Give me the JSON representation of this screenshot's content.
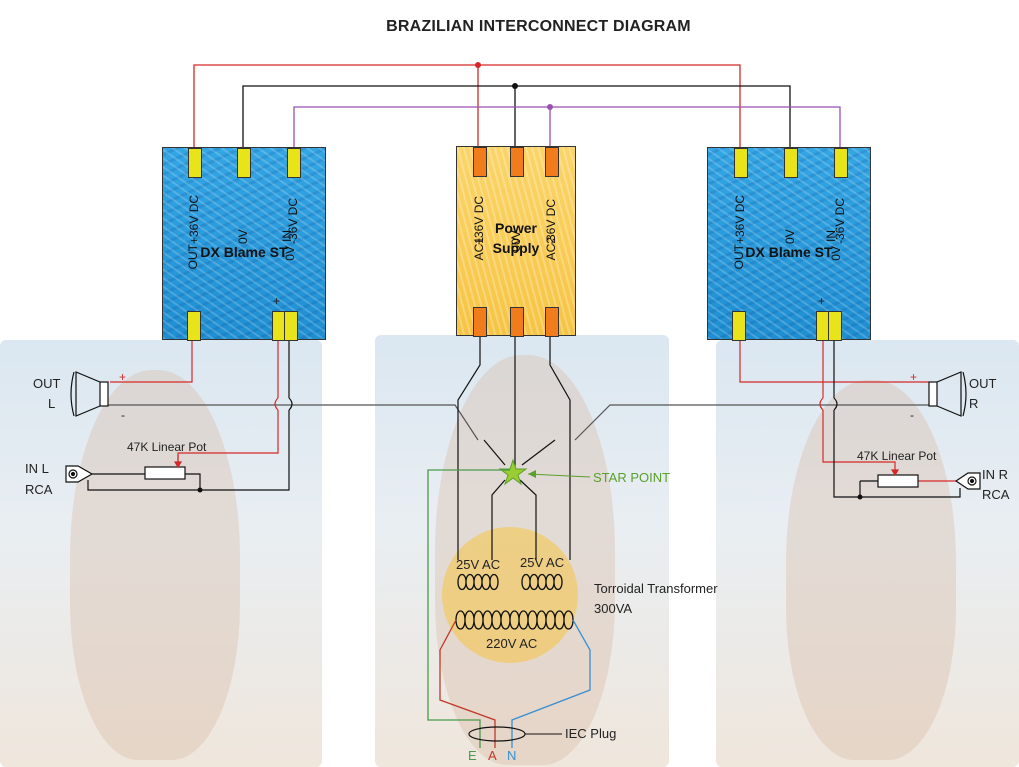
{
  "title": "BRAZILIAN INTERCONNECT DIAGRAM",
  "modules": {
    "left": {
      "name": "DX Blame ST",
      "pins_top": [
        "+36V DC",
        "0V",
        "-36V DC"
      ],
      "pin_out": "OUT",
      "pin_in": "IN",
      "pin_plus": "+",
      "pin_0v": "0V"
    },
    "center": {
      "name_line1": "Power",
      "name_line2": "Supply",
      "pins_top": [
        "+36V DC",
        "0V",
        "-36V DC"
      ],
      "pins_bottom": [
        "AC1",
        "0V",
        "AC2"
      ]
    },
    "right": {
      "name": "DX Blame ST",
      "pins_top": [
        "+36V DC",
        "0V",
        "-36V DC"
      ],
      "pin_out": "OUT",
      "pin_in": "IN",
      "pin_plus": "+",
      "pin_0v": "0V"
    }
  },
  "left_side": {
    "speaker_label_line1": "OUT",
    "speaker_label_line2": "L",
    "plus": "+",
    "minus": "-",
    "pot_label": "47K Linear Pot",
    "input_label_line1": "IN L",
    "input_label_line2": "RCA"
  },
  "right_side": {
    "speaker_label_line1": "OUT",
    "speaker_label_line2": "R",
    "plus": "+",
    "minus": "-",
    "pot_label": "47K Linear Pot",
    "input_label_line1": "IN R",
    "input_label_line2": "RCA"
  },
  "center_side": {
    "star_point": "STAR POINT",
    "secondary_left": "25V AC",
    "secondary_right": "25V AC",
    "primary": "220V AC",
    "transformer_line1": "Torroidal Transformer",
    "transformer_line2": "300VA",
    "iec_plug": "IEC Plug",
    "terminals": [
      "E",
      "A",
      "N"
    ]
  },
  "colors": {
    "positive_rail": "#d62828",
    "ground": "#111111",
    "negative_rail": "#9b4fb5",
    "earth": "#4a9a4a",
    "neutral": "#3a8fd0",
    "active": "#c0392b",
    "star": "#9acd32",
    "star_label": "#5aa02c",
    "connector_yellow": "#e9e41a",
    "connector_orange": "#f07c1c"
  }
}
